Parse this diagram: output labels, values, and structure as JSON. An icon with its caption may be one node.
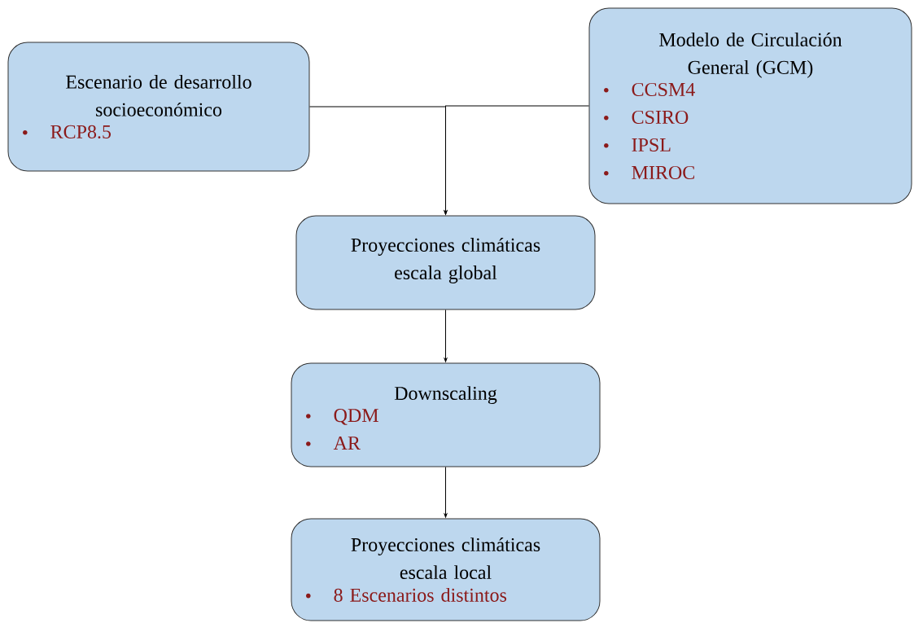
{
  "diagram": {
    "nodes": [
      {
        "text": [
          "Escenario de desarrollo socioeconómico",
          "RCP8.5"
        ]
      },
      {
        "text": [
          "Modelo de Circulación General (GCM)",
          "CCSM4",
          "CSIRO",
          "IPSL",
          "MIROC"
        ]
      },
      {
        "text": [
          "Proyecciones climáticas escala global"
        ]
      },
      {
        "text": [
          "Downscaling",
          "QDM",
          "AR"
        ]
      },
      {
        "text": [
          "Proyecciones climáticas escala local",
          "8 Escenarios distintos"
        ]
      }
    ],
    "edges": [
      {
        "from": 0,
        "to": 2,
        "arrow": "to"
      },
      {
        "from": 1,
        "to": 2,
        "arrow": "to"
      },
      {
        "from": 2,
        "to": 3,
        "arrow": "to"
      },
      {
        "from": 3,
        "to": 4,
        "arrow": "to"
      }
    ]
  }
}
